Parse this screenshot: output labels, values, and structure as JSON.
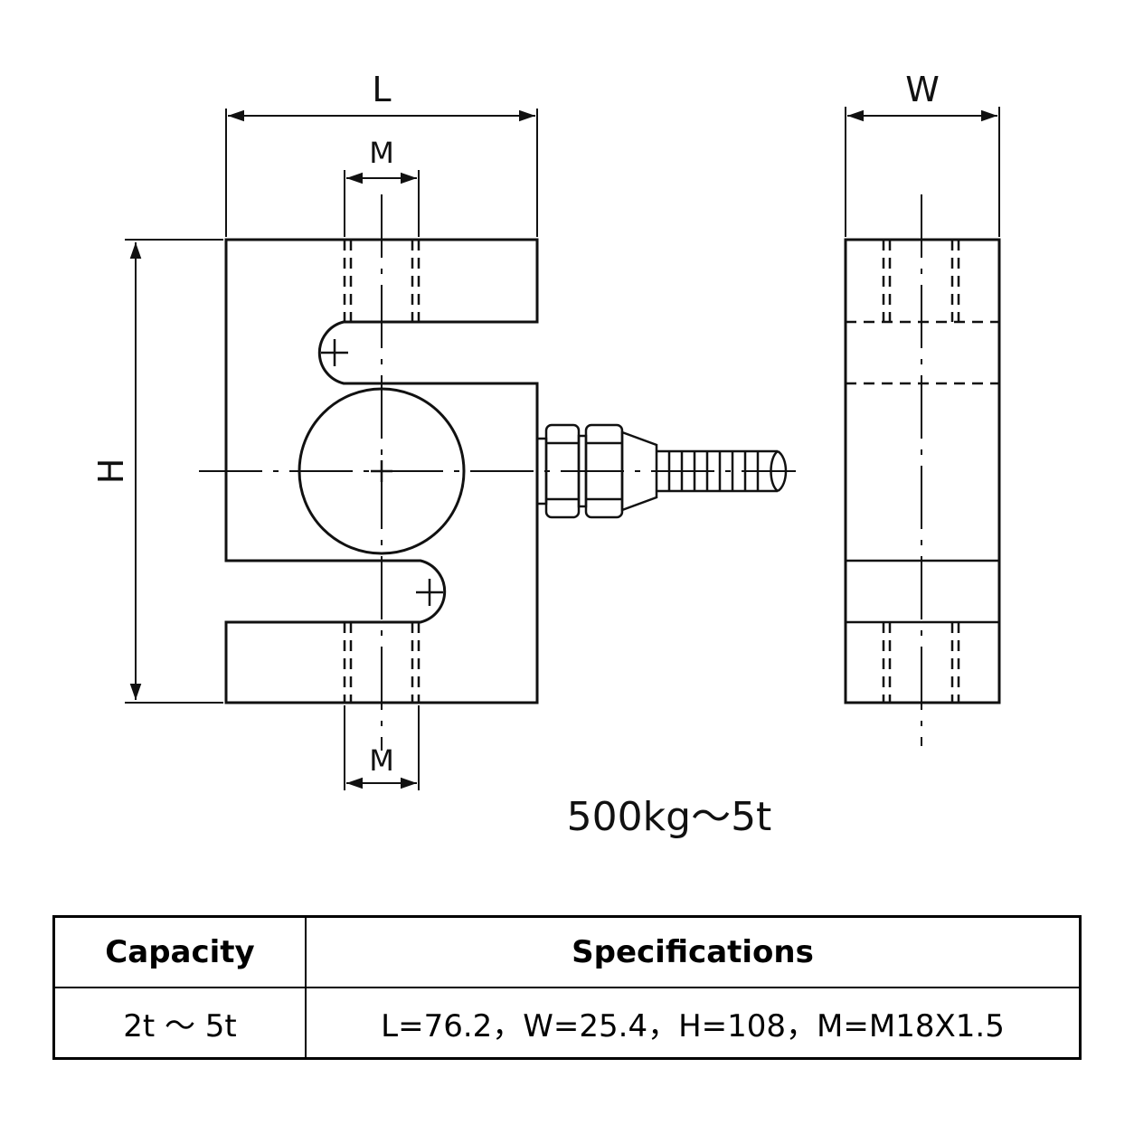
{
  "diagram": {
    "front_view": {
      "length_label": "L",
      "height_label": "H",
      "thread_top_label": "M",
      "thread_bottom_label": "M"
    },
    "side_view": {
      "width_label": "W"
    },
    "capacity_range_label": "500kg～5t"
  },
  "table": {
    "headers": [
      "Capacity",
      "Specifications"
    ],
    "rows": [
      [
        "2t ～ 5t",
        "L=76.2，W=25.4，H=108，M=M18X1.5"
      ]
    ]
  }
}
